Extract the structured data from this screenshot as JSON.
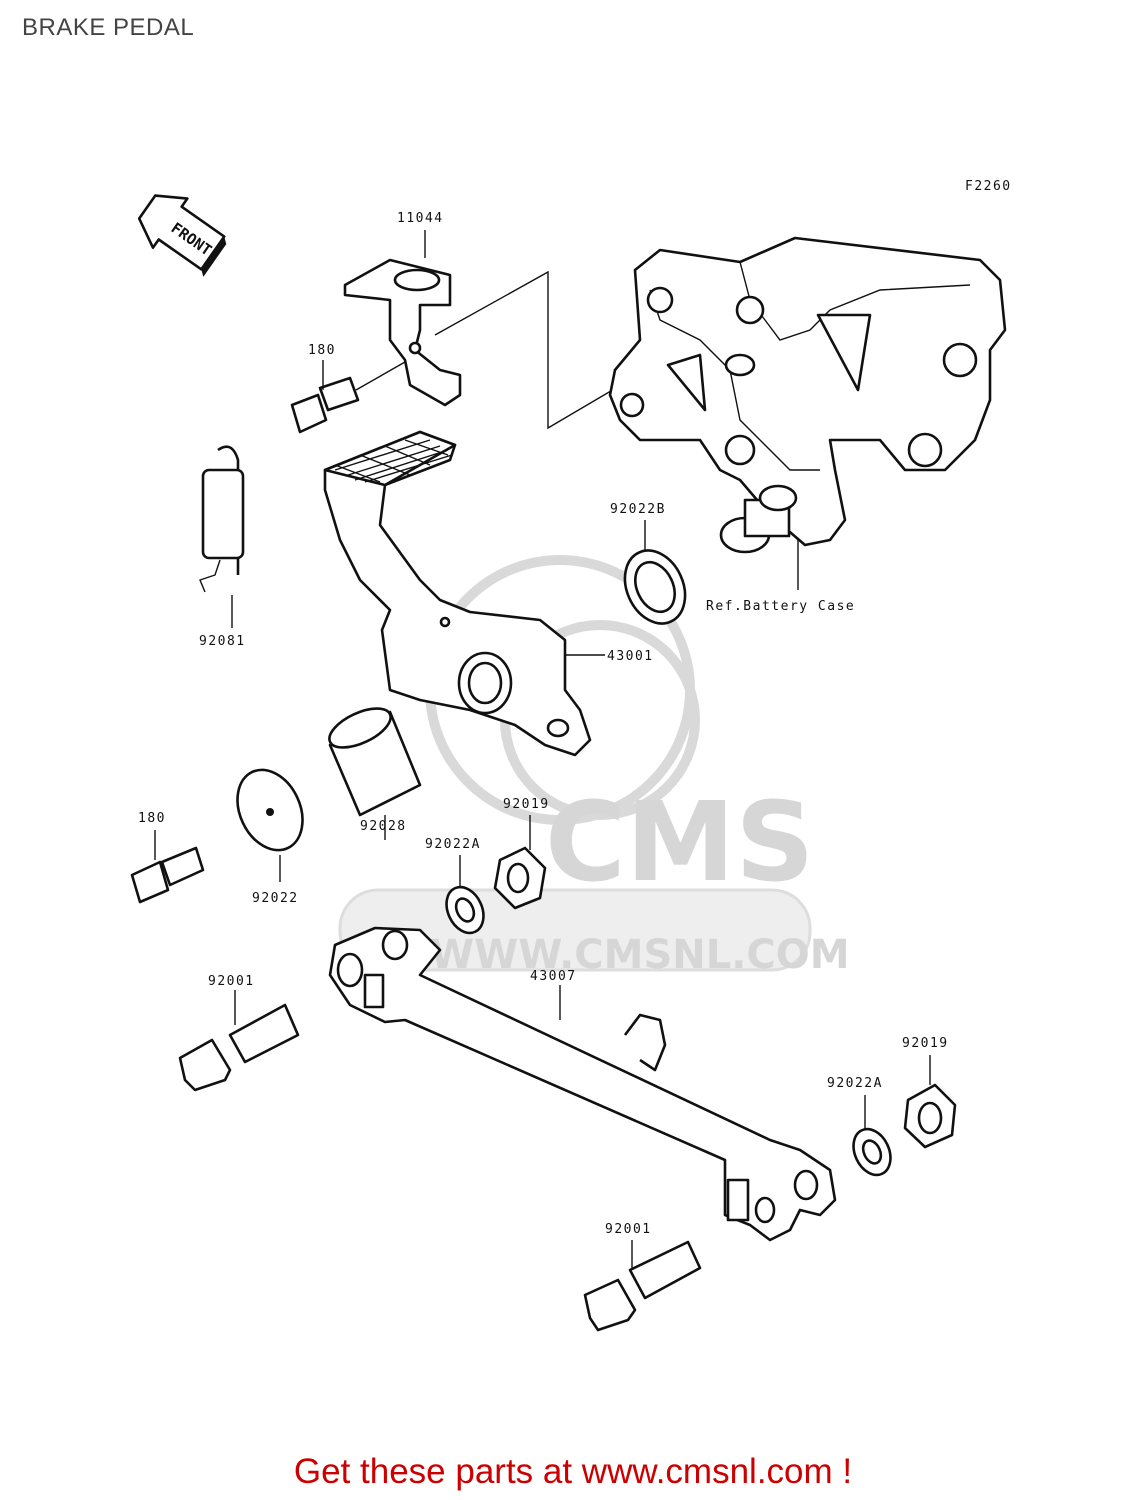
{
  "header": {
    "title": "BRAKE PEDAL"
  },
  "diagram": {
    "figure_code": "F2260",
    "direction_badge": "FRONT",
    "ref_note": "Ref.Battery Case",
    "watermark": {
      "brand": "CMS",
      "url": "WWW.CMSNL.COM"
    },
    "parts": [
      {
        "id": "p-11044",
        "number": "11044"
      },
      {
        "id": "p-180-top",
        "number": "180"
      },
      {
        "id": "p-92081",
        "number": "92081"
      },
      {
        "id": "p-92022b",
        "number": "92022B"
      },
      {
        "id": "p-43001",
        "number": "43001"
      },
      {
        "id": "p-180-mid",
        "number": "180"
      },
      {
        "id": "p-92028",
        "number": "92028"
      },
      {
        "id": "p-92022",
        "number": "92022"
      },
      {
        "id": "p-92019-a",
        "number": "92019"
      },
      {
        "id": "p-92022a-a",
        "number": "92022A"
      },
      {
        "id": "p-92001-a",
        "number": "92001"
      },
      {
        "id": "p-43007",
        "number": "43007"
      },
      {
        "id": "p-92019-b",
        "number": "92019"
      },
      {
        "id": "p-92022a-b",
        "number": "92022A"
      },
      {
        "id": "p-92001-b",
        "number": "92001"
      }
    ]
  },
  "footer": {
    "text": "Get these parts at www.cmsnl.com !"
  }
}
